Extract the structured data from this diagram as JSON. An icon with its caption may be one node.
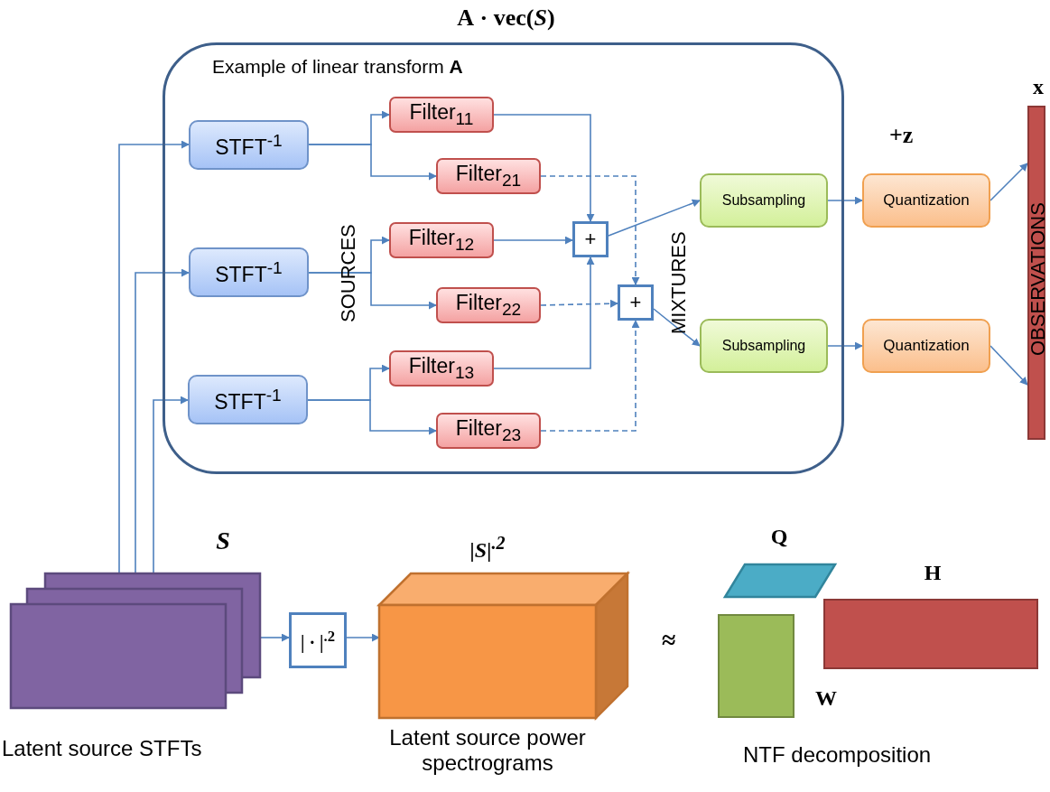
{
  "diagram": {
    "nodes": [
      {
        "text": [
          "**A** · vec(*S*)",
          "Example of linear transform **A**"
        ]
      },
      {
        "text": [
          "STFT$^{-1}$"
        ],
        "in": 0
      },
      {
        "text": [
          "STFT$^{-1}$"
        ],
        "in": 0
      },
      {
        "text": [
          "STFT$^{-1}$"
        ],
        "in": 0
      },
      {
        "text": [
          "Filter$_{11}$"
        ],
        "in": 0
      },
      {
        "text": [
          "Filter$_{21}$"
        ],
        "in": 0
      },
      {
        "text": [
          "Filter$_{12}$"
        ],
        "in": 0
      },
      {
        "text": [
          "Filter$_{22}$"
        ],
        "in": 0
      },
      {
        "text": [
          "Filter$_{13}$"
        ],
        "in": 0
      },
      {
        "text": [
          "Filter$_{23}$"
        ],
        "in": 0
      },
      {
        "text": [
          "+"
        ],
        "in": 0
      },
      {
        "text": [
          "+"
        ],
        "in": 0
      },
      {
        "text": [
          "Subsampling"
        ],
        "in": 0
      },
      {
        "text": [
          "Subsampling"
        ],
        "in": 0
      },
      {
        "text": [
          "Quantization"
        ]
      },
      {
        "text": [
          "Quantization"
        ]
      },
      {
        "text": [
          "x",
          "OBSERVATIONS"
        ]
      },
      {
        "text": [
          "S"
        ],
        "beside": [
          "Latent source STFTs"
        ]
      },
      {
        "text": [
          "| · |$^{.2}$"
        ]
      },
      {
        "text": [
          "|S|$^{.2}$"
        ],
        "beside": [
          "Latent source power spectrograms"
        ]
      },
      {
        "text": [
          "Q"
        ]
      },
      {
        "text": [
          "W"
        ]
      },
      {
        "text": [
          "H"
        ]
      }
    ],
    "edges": [
      {
        "from": 17,
        "to": 1,
        "arrow": "to"
      },
      {
        "from": 17,
        "to": 2,
        "arrow": "to"
      },
      {
        "from": 17,
        "to": 3,
        "arrow": "to"
      },
      {
        "from": 1,
        "to": 4,
        "arrow": "to"
      },
      {
        "from": 1,
        "to": 5,
        "arrow": "to"
      },
      {
        "from": 2,
        "to": 6,
        "arrow": "to"
      },
      {
        "from": 2,
        "to": 7,
        "arrow": "to"
      },
      {
        "from": 3,
        "to": 8,
        "arrow": "to"
      },
      {
        "from": 3,
        "to": 9,
        "arrow": "to"
      },
      {
        "from": 4,
        "to": 10,
        "arrow": "to"
      },
      {
        "from": 6,
        "to": 10,
        "arrow": "to"
      },
      {
        "from": 8,
        "to": 10,
        "arrow": "to"
      },
      {
        "from": 5,
        "to": 11,
        "arrow": "to",
        "style": "dashed"
      },
      {
        "from": 7,
        "to": 11,
        "arrow": "to",
        "style": "dashed"
      },
      {
        "from": 9,
        "to": 11,
        "arrow": "to",
        "style": "dashed"
      },
      {
        "from": 10,
        "to": 12,
        "arrow": "to"
      },
      {
        "from": 11,
        "to": 13,
        "arrow": "to"
      },
      {
        "from": 12,
        "to": 14,
        "arrow": "to"
      },
      {
        "from": 13,
        "to": 15,
        "arrow": "to"
      },
      {
        "from": 14,
        "to": 16,
        "arrow": "to"
      },
      {
        "from": 15,
        "to": 16,
        "arrow": "to"
      },
      {
        "from": 17,
        "to": 18,
        "arrow": "to"
      },
      {
        "from": 18,
        "to": 19,
        "arrow": "to"
      }
    ],
    "labels": [
      "+z",
      "SOURCES",
      "MIXTURES",
      "≈",
      "NTF decomposition"
    ]
  }
}
